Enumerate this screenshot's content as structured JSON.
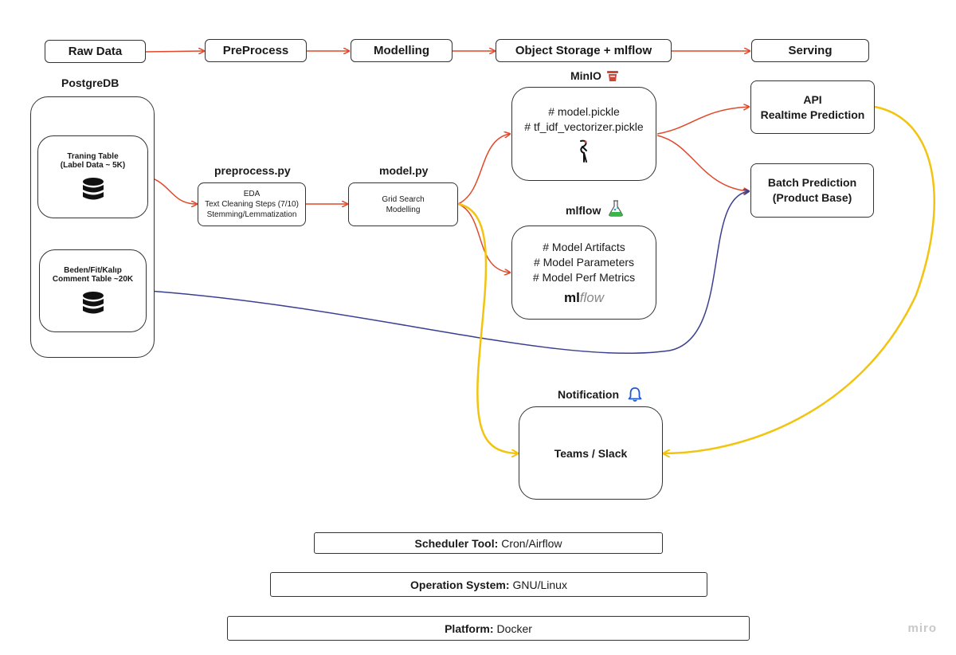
{
  "stages": {
    "raw_data": "Raw Data",
    "preprocess": "PreProcess",
    "modelling": "Modelling",
    "object_storage": "Object Storage + mlflow",
    "serving": "Serving"
  },
  "postgre": {
    "title": "PostgreDB",
    "training_table": [
      "Traning Table",
      "(Label Data ~ 5K)"
    ],
    "comment_table": [
      "Beden/Fit/Kalıp",
      "Comment Table ~20K"
    ]
  },
  "preprocess": {
    "title": "preprocess.py",
    "lines": [
      "EDA",
      "Text Cleaning Steps (7/10)",
      "Stemming/Lemmatization"
    ]
  },
  "model": {
    "title": "model.py",
    "lines": [
      "Grid Search",
      "Modelling"
    ]
  },
  "minio": {
    "title": "MinIO",
    "lines": [
      "# model.pickle",
      "# tf_idf_vectorizer.pickle"
    ]
  },
  "mlflow": {
    "title": "mlflow",
    "lines": [
      "# Model Artifacts",
      "# Model Parameters",
      "# Model Perf Metrics"
    ],
    "logo_ml": "ml",
    "logo_flow": "flow"
  },
  "serving": {
    "api": [
      "API",
      "Realtime Prediction"
    ],
    "batch": [
      "Batch Prediction",
      "(Product Base)"
    ]
  },
  "notification": {
    "title": "Notification",
    "box": "Teams / Slack"
  },
  "infra": {
    "scheduler_label": "Scheduler Tool:",
    "scheduler_value": "Cron/Airflow",
    "os_label": "Operation System:",
    "os_value": "GNU/Linux",
    "platform_label": "Platform:",
    "platform_value": "Docker"
  },
  "watermark": "miro",
  "colors": {
    "orange_arrow": "#e0492a",
    "yellow_arrow": "#f2c40f",
    "navy_arrow": "#3a3f8f",
    "bell": "#1f57d6",
    "minio_red": "#d04536"
  },
  "icons": {
    "database": "database-icon",
    "bell": "bell-icon",
    "minio": "minio-bucket-icon",
    "mlflow": "flask-icon",
    "crane": "crane-logo-icon"
  }
}
